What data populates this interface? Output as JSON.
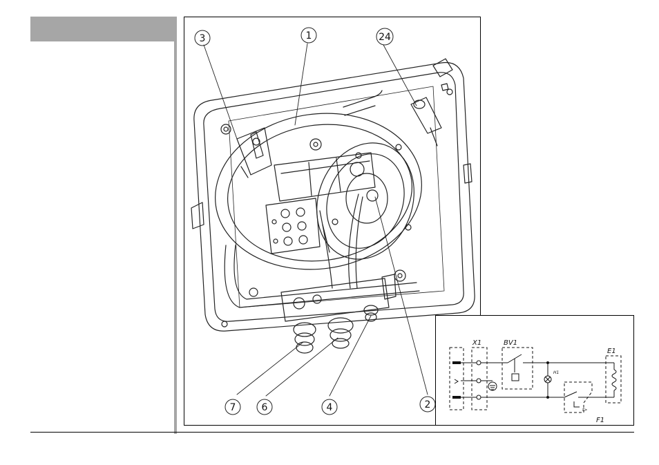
{
  "callouts": {
    "c3": "3",
    "c1": "1",
    "c24": "24",
    "c7": "7",
    "c6": "6",
    "c4": "4",
    "c2": "2"
  },
  "wiring": {
    "x1": "X1",
    "bv1": "BV1",
    "e1": "E1",
    "h1": "H1",
    "f1": "F1",
    "t_symbol": "t>"
  }
}
